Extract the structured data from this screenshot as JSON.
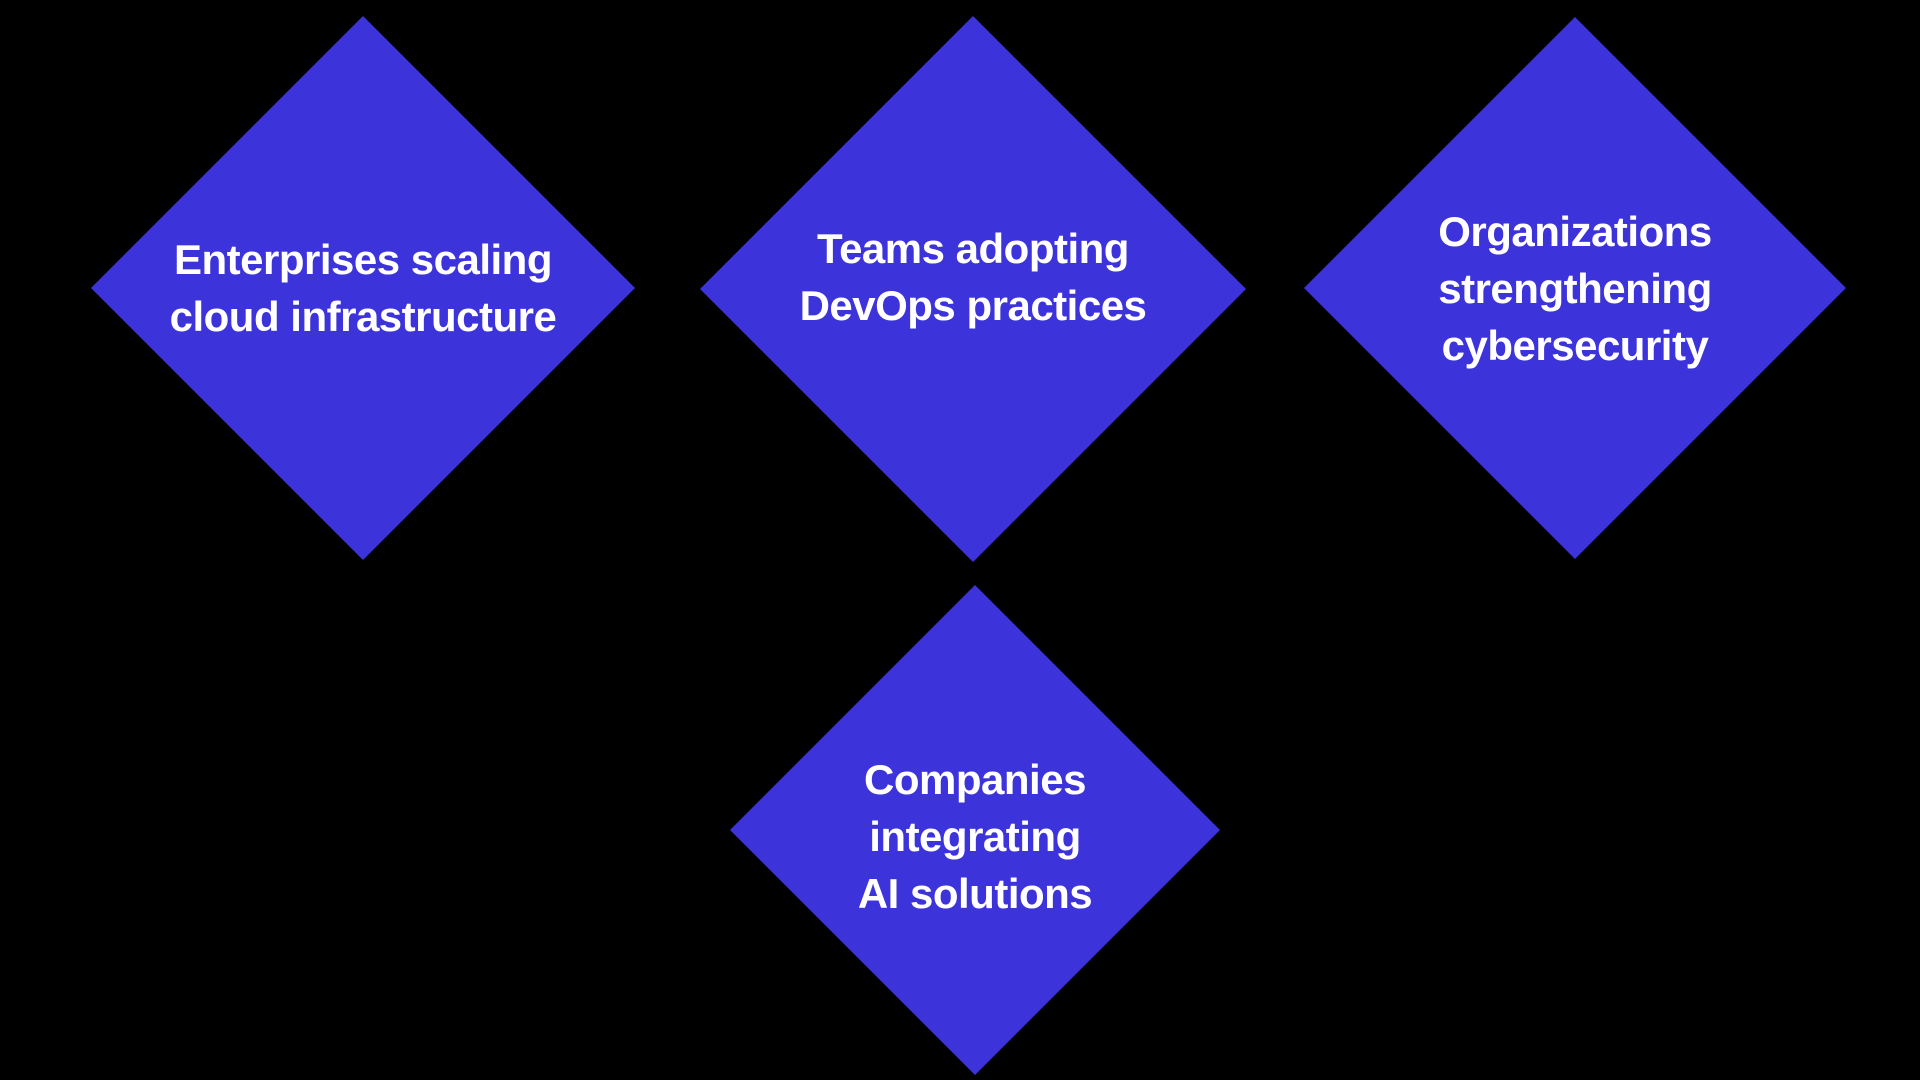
{
  "colors": {
    "background": "#000000",
    "node_fill": "#3d33da",
    "node_text": "#ffffff"
  },
  "diagram": {
    "type": "diamond-shape-grid",
    "nodes": [
      {
        "id": "cloud-infrastructure",
        "position": "top-left",
        "shape": "diamond",
        "label": "Enterprises scaling cloud infrastructure",
        "lines": [
          "Enterprises scaling",
          "cloud infrastructure"
        ]
      },
      {
        "id": "devops-practices",
        "position": "top-center",
        "shape": "diamond",
        "label": "Teams adopting DevOps practices",
        "lines": [
          "Teams adopting",
          "DevOps practices"
        ]
      },
      {
        "id": "cybersecurity",
        "position": "top-right",
        "shape": "diamond",
        "label": "Organizations strengthening cybersecurity",
        "lines": [
          "Organizations",
          "strengthening",
          "cybersecurity"
        ]
      },
      {
        "id": "ai-solutions",
        "position": "bottom-center",
        "shape": "diamond",
        "label": "Companies integrating AI solutions",
        "lines": [
          "Companies",
          "integrating",
          "AI solutions"
        ]
      }
    ]
  }
}
